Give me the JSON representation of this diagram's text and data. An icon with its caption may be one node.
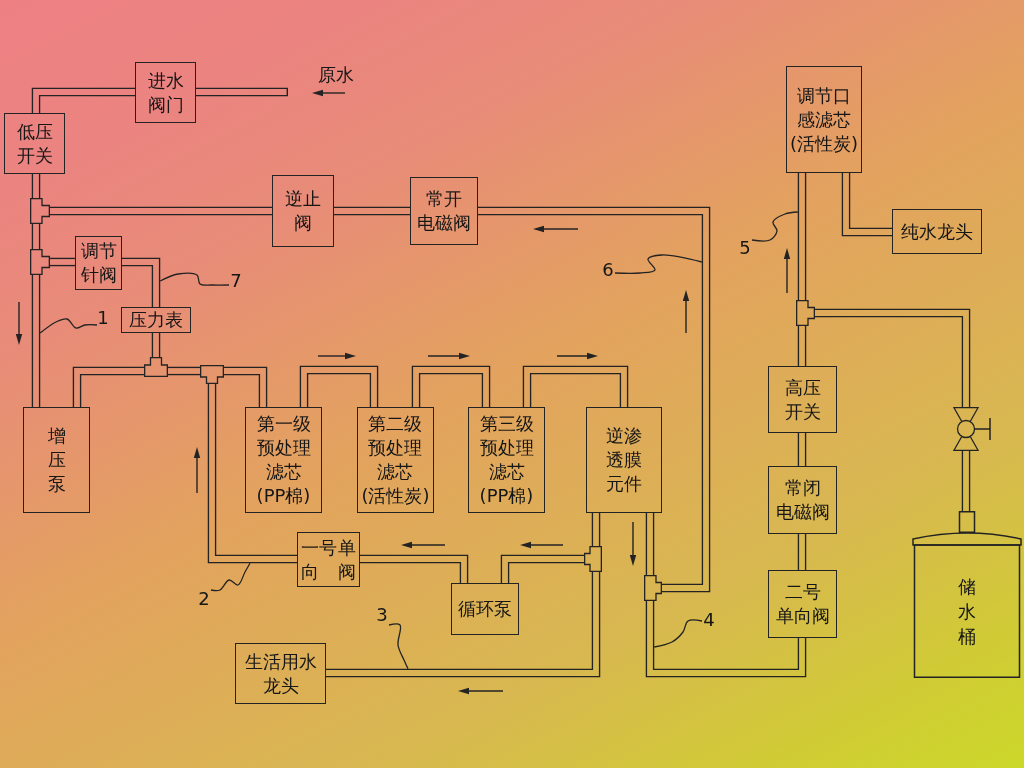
{
  "diagram": {
    "nodes": [
      {
        "text": [
          "进水阀门"
        ]
      },
      {
        "text": [
          "低压开关"
        ]
      },
      {
        "text": [
          "调节口感滤芯(活性炭)"
        ]
      },
      {
        "text": [
          "逆止阀"
        ]
      },
      {
        "text": [
          "常开电磁阀"
        ]
      },
      {
        "text": [
          "纯水龙头"
        ]
      },
      {
        "text": [
          "调节针阀"
        ]
      },
      {
        "text": [
          "压力表"
        ]
      },
      {
        "text": [
          "高压开关"
        ]
      },
      {
        "text": [
          "增压泵"
        ]
      },
      {
        "text": [
          "第一级预处理滤芯(PP棉)"
        ]
      },
      {
        "text": [
          "第二级预处理滤芯(活性炭)"
        ]
      },
      {
        "text": [
          "第三级预处理滤芯(PP棉)"
        ]
      },
      {
        "text": [
          "逆渗透膜元件"
        ]
      },
      {
        "text": [
          "常闭电磁阀"
        ]
      },
      {
        "text": [
          "一号单向阀"
        ]
      },
      {
        "text": [
          "循环泵"
        ]
      },
      {
        "text": [
          "二号单向阀"
        ]
      },
      {
        "text": [
          "储水桶"
        ]
      },
      {
        "text": [
          "生活用水龙头"
        ]
      },
      {
        "text": [],
        "shape": "tee"
      },
      {
        "text": [],
        "shape": "tee"
      },
      {
        "text": [],
        "shape": "tee"
      },
      {
        "text": [],
        "shape": "tee"
      },
      {
        "text": [],
        "shape": "tee"
      },
      {
        "text": [],
        "shape": "tee"
      },
      {
        "text": [],
        "shape": "tee"
      },
      {
        "text": [],
        "shape": "valve"
      },
      {
        "text": [
          "5"
        ]
      },
      {
        "text": [
          "6"
        ]
      },
      {
        "text": [
          "7"
        ]
      },
      {
        "text": [
          "1"
        ]
      },
      {
        "text": [
          "2"
        ]
      },
      {
        "text": [
          "3"
        ]
      },
      {
        "text": [
          "4"
        ]
      }
    ],
    "edges": [
      {
        "from": null,
        "to": 0,
        "arrow": "none"
      },
      {
        "from": 0,
        "to": 1,
        "arrow": "none"
      },
      {
        "from": 1,
        "to": 20,
        "arrow": "none"
      },
      {
        "from": 3,
        "to": 20,
        "arrow": "none"
      },
      {
        "from": 20,
        "to": 21,
        "arrow": "none"
      },
      {
        "from": 21,
        "to": 9,
        "arrow": "none"
      },
      {
        "from": 21,
        "to": 6,
        "arrow": "none"
      },
      {
        "from": 6,
        "to": 7,
        "arrow": "none"
      },
      {
        "from": 7,
        "to": 23,
        "arrow": "none"
      },
      {
        "from": 9,
        "to": 23,
        "arrow": "none"
      },
      {
        "from": 23,
        "to": 24,
        "arrow": "none"
      },
      {
        "from": 24,
        "to": 10,
        "arrow": "none"
      },
      {
        "from": 15,
        "to": 24,
        "arrow": "none"
      },
      {
        "from": 10,
        "to": 11,
        "arrow": "none"
      },
      {
        "from": 11,
        "to": 12,
        "arrow": "none"
      },
      {
        "from": 12,
        "to": 13,
        "arrow": "none"
      },
      {
        "from": 13,
        "to": 25,
        "arrow": "none"
      },
      {
        "from": 25,
        "to": 16,
        "arrow": "none"
      },
      {
        "from": 16,
        "to": 15,
        "arrow": "none"
      },
      {
        "from": 25,
        "to": 19,
        "arrow": "none"
      },
      {
        "from": 13,
        "to": 26,
        "arrow": "none"
      },
      {
        "from": 26,
        "to": 4,
        "arrow": "none"
      },
      {
        "from": 4,
        "to": 3,
        "arrow": "none"
      },
      {
        "from": 26,
        "to": 17,
        "arrow": "none"
      },
      {
        "from": 17,
        "to": 14,
        "arrow": "none"
      },
      {
        "from": 14,
        "to": 8,
        "arrow": "none"
      },
      {
        "from": 8,
        "to": 22,
        "arrow": "none"
      },
      {
        "from": 22,
        "to": 2,
        "arrow": "none"
      },
      {
        "from": 2,
        "to": 5,
        "arrow": "none"
      },
      {
        "from": 22,
        "to": 27,
        "arrow": "none"
      },
      {
        "from": 27,
        "to": 18,
        "arrow": "none"
      },
      {
        "from": 28,
        "to": null,
        "arrow": "none"
      },
      {
        "from": 29,
        "to": null,
        "arrow": "none"
      },
      {
        "from": 30,
        "to": null,
        "arrow": "none"
      },
      {
        "from": 31,
        "to": null,
        "arrow": "none"
      },
      {
        "from": 32,
        "to": null,
        "arrow": "none"
      },
      {
        "from": 33,
        "to": null,
        "arrow": "none"
      },
      {
        "from": 34,
        "to": null,
        "arrow": "none"
      }
    ],
    "labels": [
      "原水"
    ]
  }
}
